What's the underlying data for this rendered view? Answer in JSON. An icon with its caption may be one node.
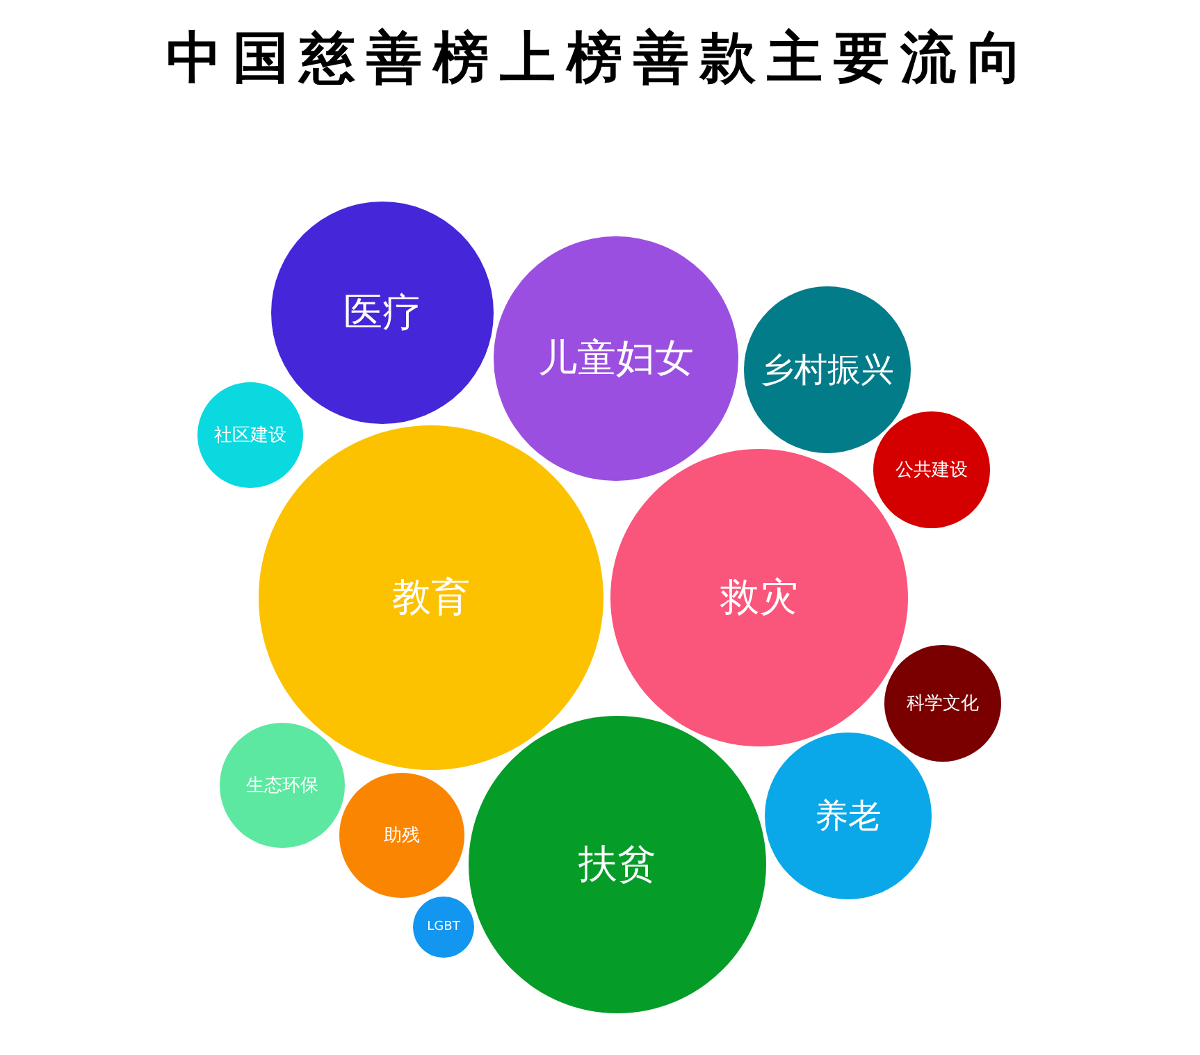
{
  "diagram": {
    "title": "中国慈善榜上榜善款主要流向",
    "nodes": [
      {
        "text": [
          "医疗"
        ]
      },
      {
        "text": [
          "儿童妇女"
        ]
      },
      {
        "text": [
          "乡村振兴"
        ]
      },
      {
        "text": [
          "社区建设"
        ]
      },
      {
        "text": [
          "公共建设"
        ]
      },
      {
        "text": [
          "教育"
        ]
      },
      {
        "text": [
          "救灾"
        ]
      },
      {
        "text": [
          "科学文化"
        ]
      },
      {
        "text": [
          "生态环保"
        ]
      },
      {
        "text": [
          "养老"
        ]
      },
      {
        "text": [
          "助残"
        ]
      },
      {
        "text": [
          "扶贫"
        ]
      },
      {
        "text": [
          "LGBT"
        ]
      }
    ]
  }
}
